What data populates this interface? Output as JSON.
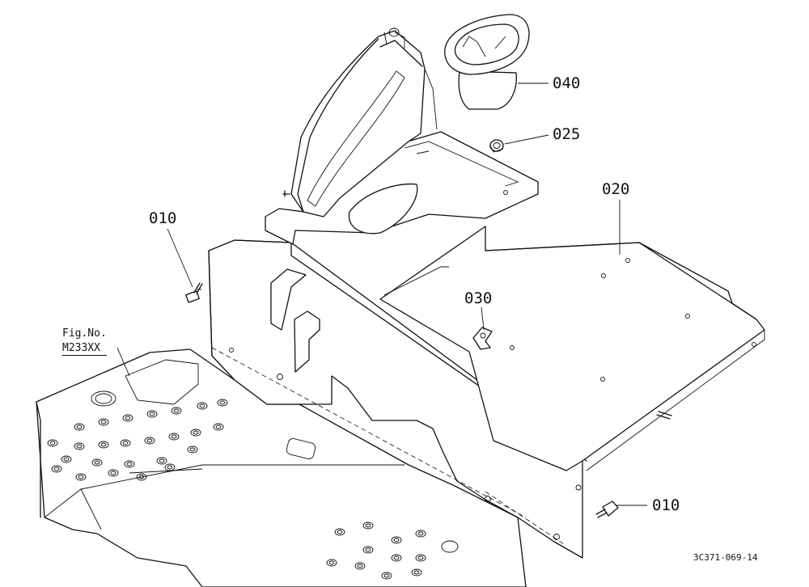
{
  "figure_reference": {
    "prefix": "Fig.No.",
    "code": "M233XX"
  },
  "drawing_code": "3C371-069-14",
  "callouts": {
    "p040": "040",
    "p025": "025",
    "p020": "020",
    "p010_top": "010",
    "p030": "030",
    "p010_bottom": "010"
  }
}
